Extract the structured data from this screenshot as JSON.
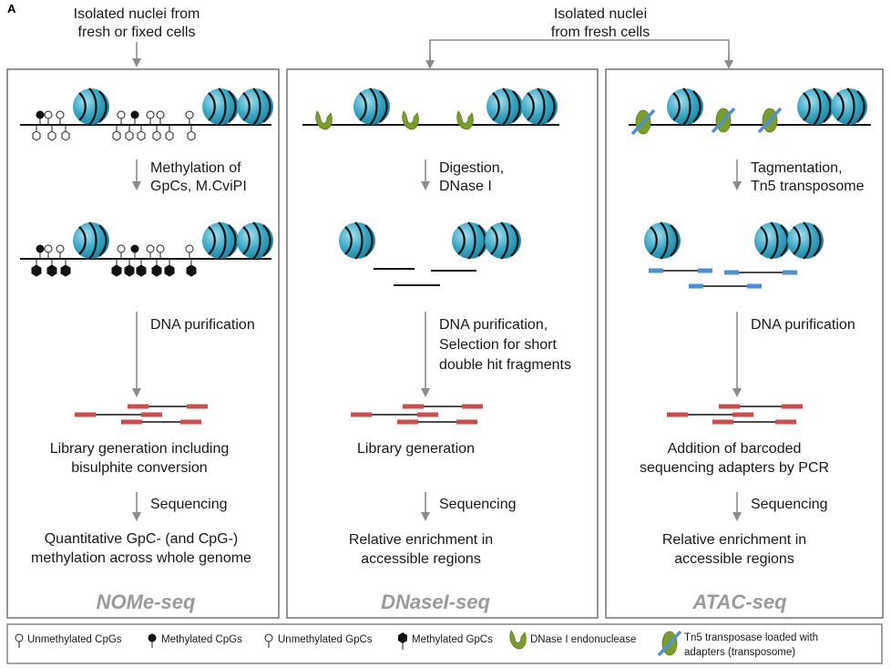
{
  "panel_label": "A",
  "top_left_source": [
    "Isolated nuclei from",
    "fresh or fixed cells"
  ],
  "top_right_source": [
    "Isolated nuclei",
    "from fresh cells"
  ],
  "columns": [
    {
      "steps": [
        [
          "Methylation of",
          "GpCs, M.CviPI"
        ],
        [
          "DNA purification"
        ],
        [
          "Library generation including",
          "bisulphite conversion"
        ],
        [
          "Sequencing"
        ]
      ],
      "result": [
        "Quantitative GpC- (and CpG-)",
        "methylation across whole genome"
      ],
      "method": "NOMe-seq"
    },
    {
      "steps": [
        [
          "Digestion,",
          "DNase I"
        ],
        [
          "DNA purification,",
          "Selection for short",
          "double hit fragments"
        ],
        [
          "Library generation"
        ],
        [
          "Sequencing"
        ]
      ],
      "result": [
        "Relative enrichment in",
        "accessible regions"
      ],
      "method": "DNaseI-seq"
    },
    {
      "steps": [
        [
          "Tagmentation,",
          "Tn5 transposome"
        ],
        [
          "DNA purification"
        ],
        [
          "Addition of barcoded",
          "sequencing adapters by PCR"
        ],
        [
          "Sequencing"
        ]
      ],
      "result": [
        "Relative enrichment in",
        "accessible regions"
      ],
      "method": "ATAC-seq"
    }
  ],
  "legend": [
    {
      "icon": "unmethylated-cpg-icon",
      "label": "Unmethylated CpGs"
    },
    {
      "icon": "methylated-cpg-icon",
      "label": "Methylated CpGs"
    },
    {
      "icon": "unmethylated-gpc-icon",
      "label": "Unmethylated GpCs"
    },
    {
      "icon": "methylated-gpc-icon",
      "label": "Methylated GpCs"
    },
    {
      "icon": "dnase-endonuclease-icon",
      "label": "DNase I  endonuclease"
    },
    {
      "icon": "tn5-transposase-icon",
      "label": [
        "Tn5 transposase loaded with",
        "adapters (transposome)"
      ]
    }
  ],
  "colors": {
    "nucleosome": "#3aa7c4",
    "dnase": "#7a9e2e",
    "read": "#c94f4f",
    "adapter": "#4f8fd0",
    "arrow": "#8c8c8c",
    "border": "#7a7a7a",
    "method_text": "#9a9a9a"
  }
}
